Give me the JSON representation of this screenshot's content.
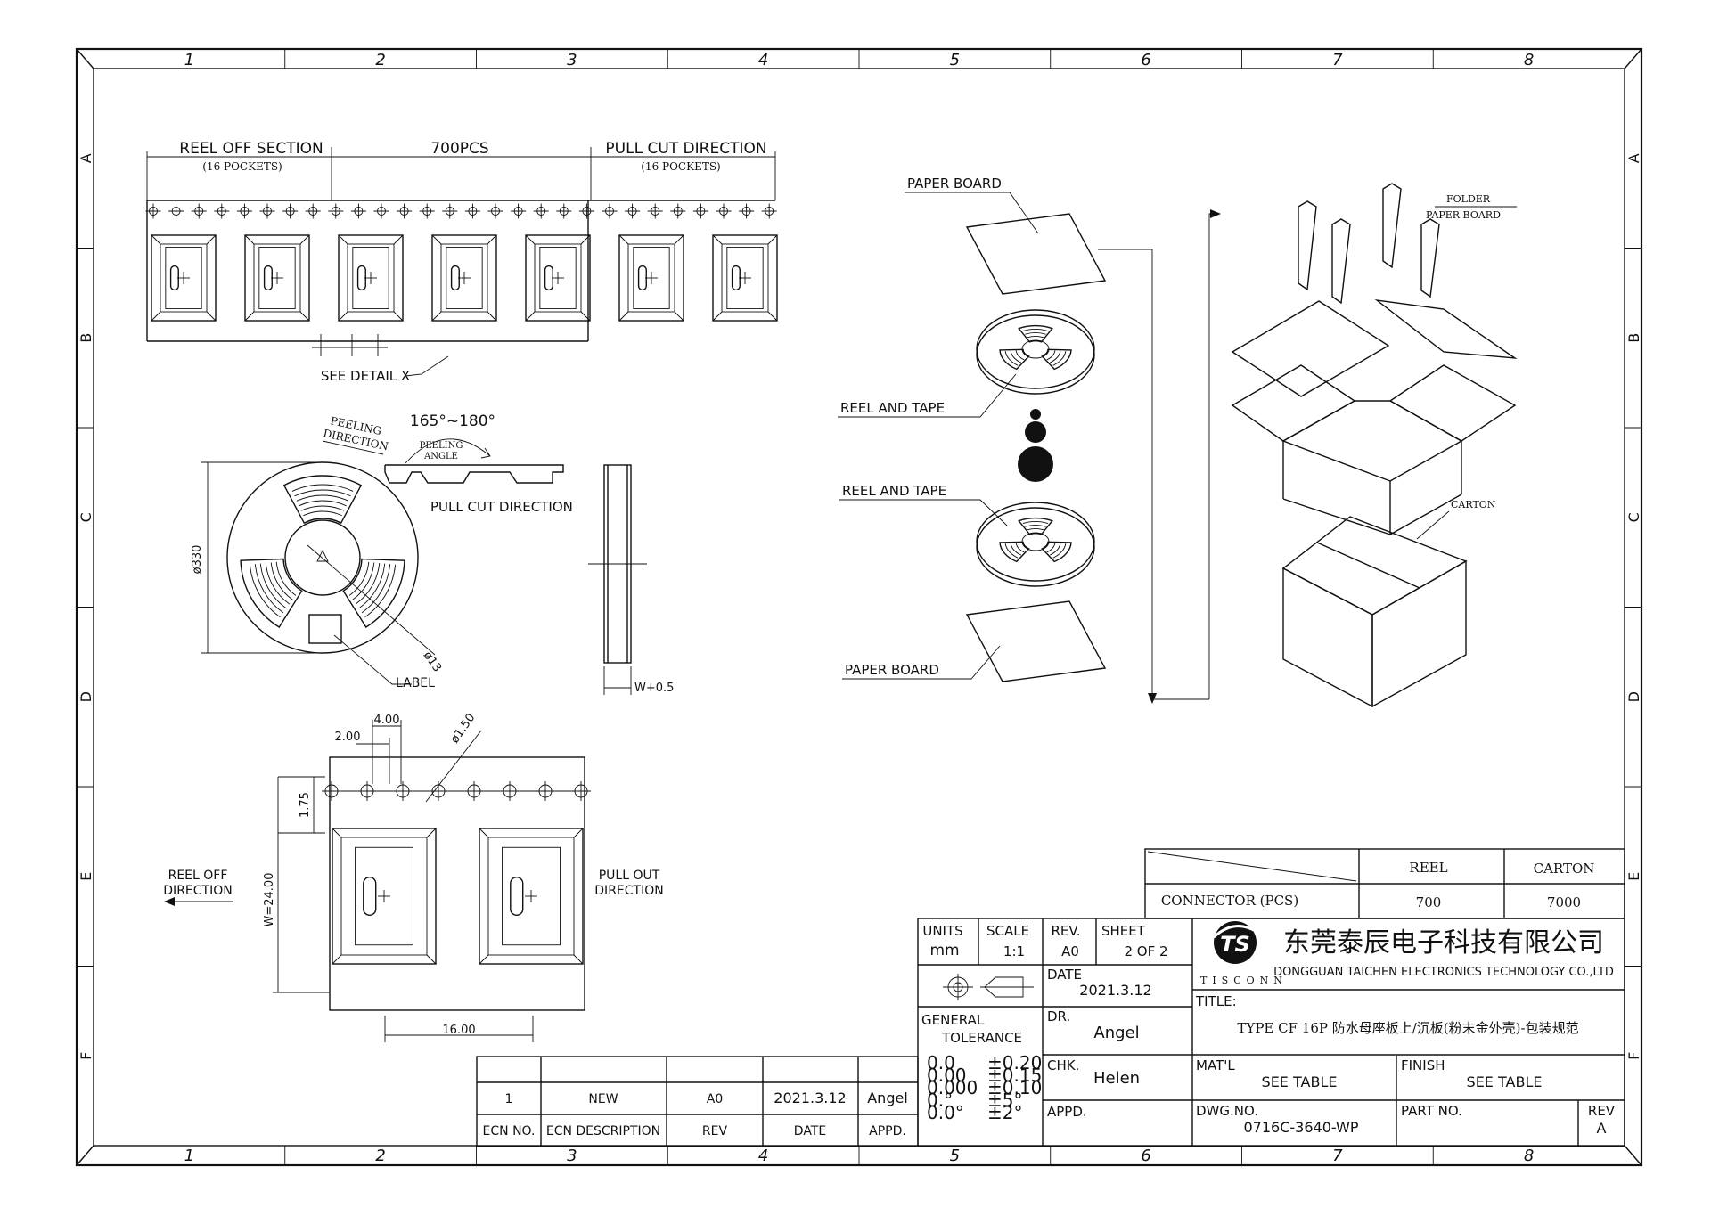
{
  "frame": {
    "columns": [
      "1",
      "2",
      "3",
      "4",
      "5",
      "6",
      "7",
      "8"
    ],
    "rows": [
      "A",
      "B",
      "C",
      "D",
      "E",
      "F"
    ]
  },
  "tape_view": {
    "reel_off_section": "REEL OFF SECTION",
    "reel_off_pockets": "(16 POCKETS)",
    "quantity": "700PCS",
    "pull_cut_direction": "PULL CUT DIRECTION",
    "pull_cut_pockets": "(16 POCKETS)",
    "see_detail": "SEE DETAIL X"
  },
  "reel_view": {
    "peeling_direction_1": "PEELING",
    "peeling_direction_2": "DIRECTION",
    "angle_range": "165°~180°",
    "peeling_angle_1": "PEELING",
    "peeling_angle_2": "ANGLE",
    "pull_cut_direction": "PULL CUT DIRECTION",
    "diameter": "ø330",
    "hub": "ø13",
    "label": "LABEL",
    "width": "W+0.5"
  },
  "detail_x": {
    "pitch_small": "2.00",
    "pitch_hole": "4.00",
    "hole_dia": "ø1.50",
    "edge": "1.75",
    "tape_width": "W=24.00",
    "pocket_pitch": "16.00",
    "reel_off_1": "REEL OFF",
    "reel_off_2": "DIRECTION",
    "pull_out_1": "PULL OUT",
    "pull_out_2": "DIRECTION"
  },
  "packing": {
    "paper_board_top": "PAPER BOARD",
    "reel_and_tape_1": "REEL AND TAPE",
    "reel_and_tape_2": "REEL AND TAPE",
    "paper_board_bottom": "PAPER BOARD",
    "folder_1": "FOLDER",
    "folder_2": "PAPER BOARD",
    "carton": "CARTON"
  },
  "qty_table": {
    "col_reel": "REEL",
    "col_carton": "CARTON",
    "row_label": "CONNECTOR (PCS)",
    "reel_qty": "700",
    "carton_qty": "7000"
  },
  "title_block": {
    "units_label": "UNITS",
    "units": "mm",
    "scale_label": "SCALE",
    "scale": "1:1",
    "rev_label": "REV.",
    "rev": "A0",
    "sheet_label": "SHEET",
    "sheet": "2 OF 2",
    "date_label": "DATE",
    "date": "2021.3.12",
    "general_1": "GENERAL",
    "general_2": "TOLERANCE",
    "tolerances": [
      {
        "dim": "0.0",
        "tol": "±0.20"
      },
      {
        "dim": "0.00",
        "tol": "±0.15"
      },
      {
        "dim": "0.000",
        "tol": "±0.10"
      },
      {
        "dim": "0.°",
        "tol": "±5°"
      },
      {
        "dim": "0.0°",
        "tol": "±2°"
      }
    ],
    "dr_label": "DR.",
    "dr": "Angel",
    "chk_label": "CHK.",
    "chk": "Helen",
    "appd_label": "APPD.",
    "company_cn": "东莞泰辰电子科技有限公司",
    "company_en": "DONGGUAN TAICHEN ELECTRONICS TECHNOLOGY CO.,LTD",
    "brand": "TISCONN",
    "logo_text": "TS",
    "title_label": "TITLE:",
    "title": "TYPE CF 16P 防水母座板上/沉板(粉末金外壳)-包装规范",
    "matl_label": "MAT'L",
    "matl": "SEE TABLE",
    "finish_label": "FINISH",
    "finish": "SEE TABLE",
    "dwg_label": "DWG.NO.",
    "dwg": "0716C-3640-WP",
    "part_label": "PART NO.",
    "rev2_label": "REV",
    "rev2": "A"
  },
  "revision_table": {
    "headers": [
      "ECN NO.",
      "ECN DESCRIPTION",
      "REV",
      "DATE",
      "APPD."
    ],
    "rows": [
      [
        "1",
        "NEW",
        "A0",
        "2021.3.12",
        "Angel"
      ]
    ]
  }
}
